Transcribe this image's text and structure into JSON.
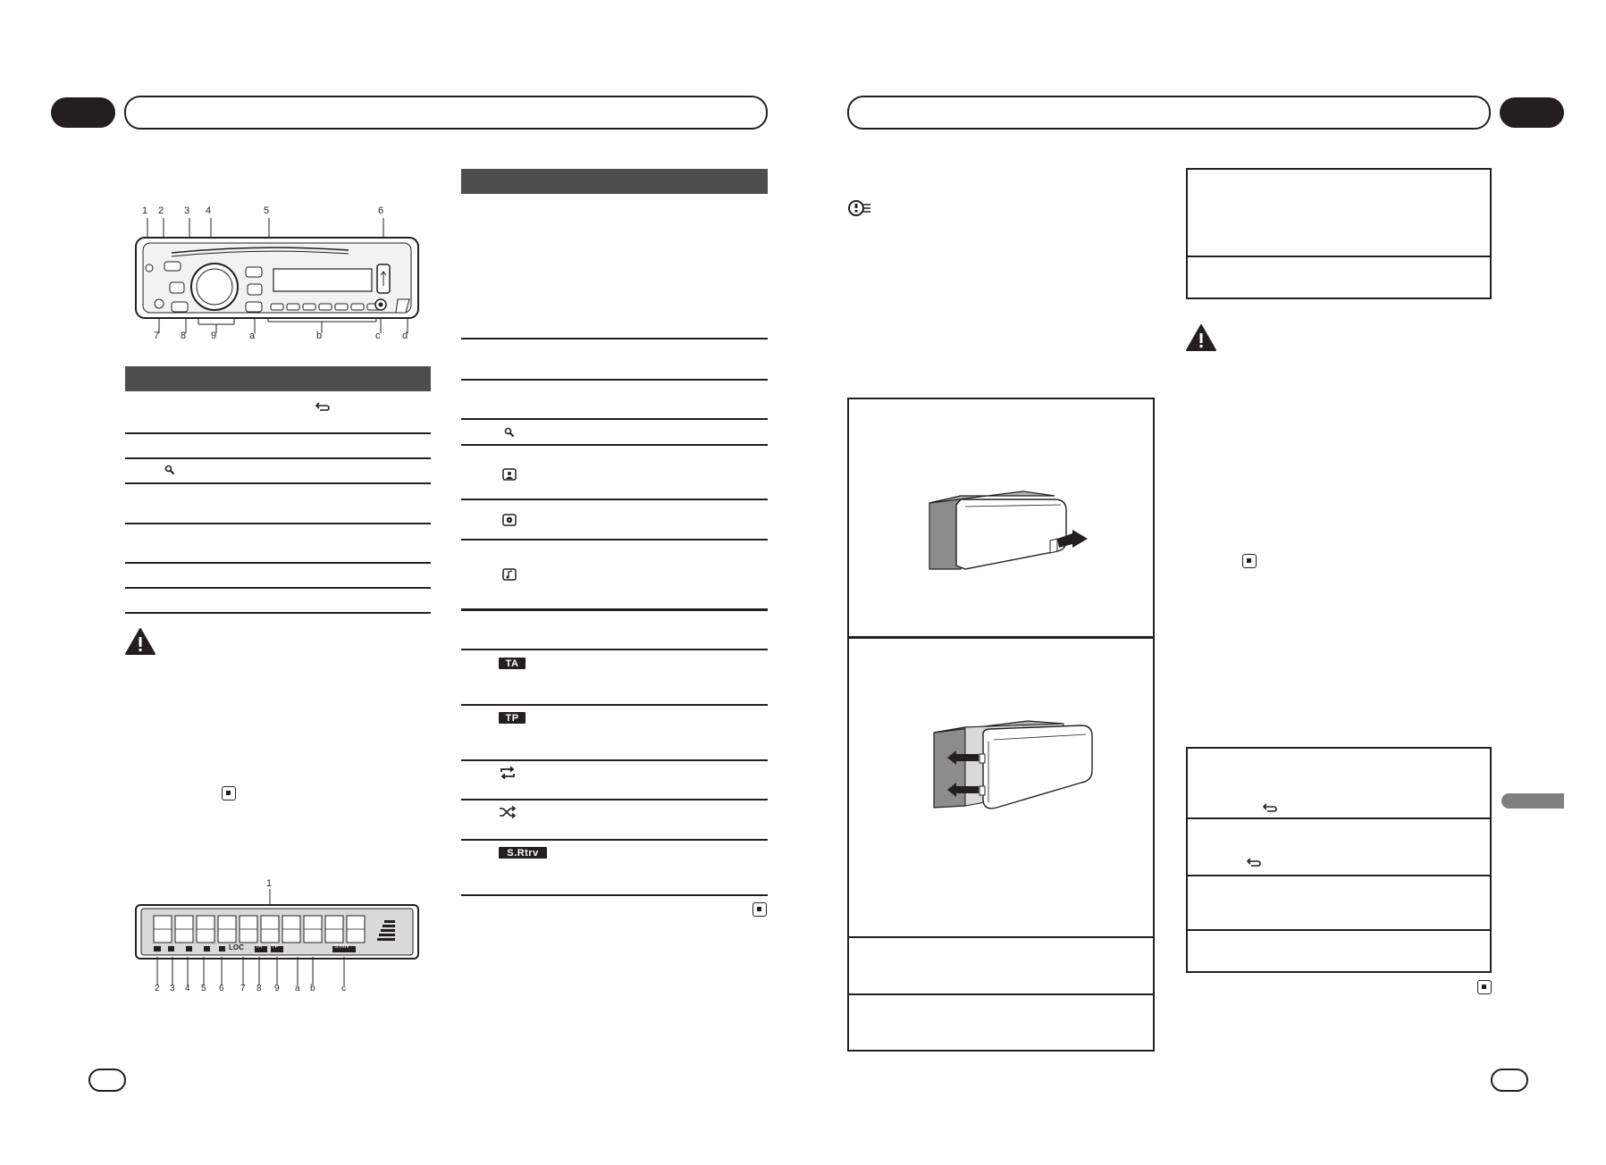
{
  "left_page": {
    "unit_callouts": {
      "top": [
        "1",
        "2",
        "3",
        "4",
        "5",
        "6"
      ],
      "bottom": [
        "7",
        "8",
        "9",
        "a",
        "b",
        "c",
        "d"
      ]
    },
    "display_callouts": {
      "top": [
        "1"
      ],
      "bottom": [
        "2",
        "3",
        "4",
        "5",
        "6",
        "7",
        "8",
        "9",
        "a",
        "b",
        "c"
      ]
    },
    "display_labels": {
      "loc": "LOC",
      "ta": "TA",
      "tp": "TP",
      "srtrv": "S.Rtrv"
    },
    "indicator_labels": {
      "ta": "TA",
      "tp": "TP",
      "srtrv": "S.Rtrv"
    }
  },
  "icons": [
    "back-arrow-icon",
    "search-icon",
    "artist-icon",
    "disc-icon",
    "song-icon",
    "repeat-icon",
    "shuffle-icon",
    "warning-icon",
    "important-icon",
    "end-mark-icon"
  ]
}
